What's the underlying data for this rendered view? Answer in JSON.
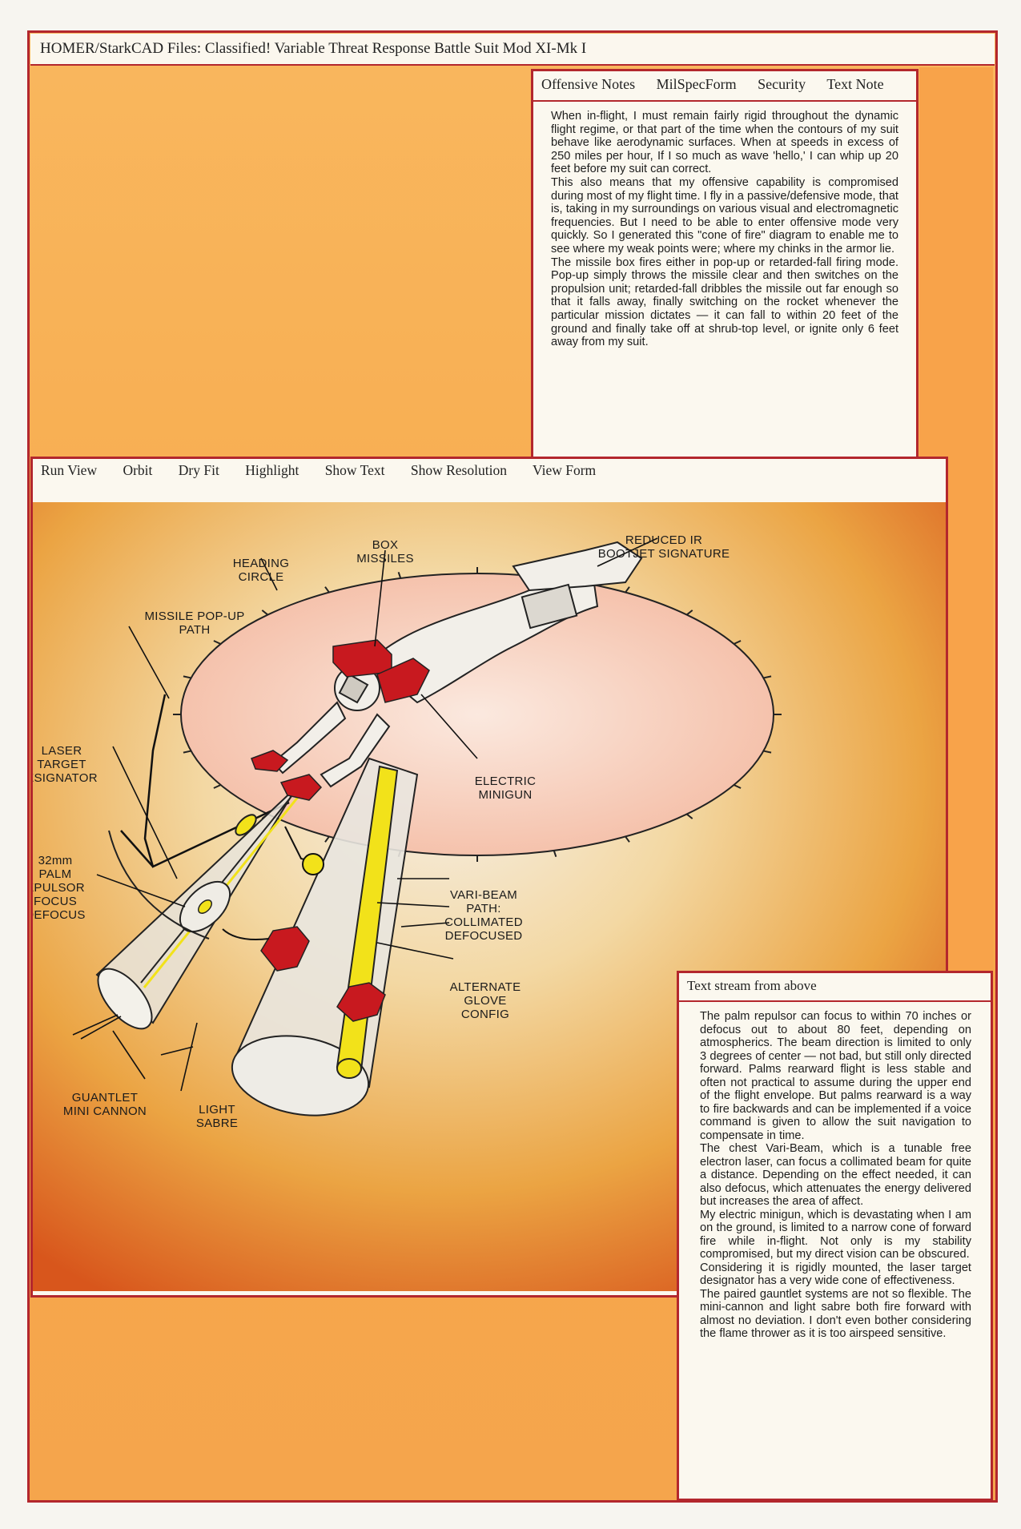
{
  "window": {
    "title": "HOMER/StarkCAD Files: Classified! Variable Threat Response Battle Suit Mod XI-Mk I"
  },
  "notes_panel": {
    "tabs": [
      "Offensive Notes",
      "MilSpecForm",
      "Security",
      "Text Note"
    ],
    "paragraphs": [
      "When in-flight, I must remain fairly rigid throughout the dynamic flight regime, or that part of the time when the contours of my suit behave like aerodynamic surfaces. When at speeds in excess of 250 miles per hour, If I so much as wave 'hello,' I can whip up 20 feet before my suit can correct.",
      "This also means that my offensive capability is compromised during most of my flight time. I fly in a passive/defensive mode, that is, taking in my surroundings on various visual and electromagnetic frequencies. But I need to be able to enter offensive mode very quickly. So I generated this \"cone of fire\" diagram to enable me to see where my weak points were; where my chinks in the armor lie.",
      "The missile box fires either in pop-up or retarded-fall firing mode. Pop-up simply throws the missile clear and then switches on the propulsion unit; retarded-fall dribbles the missile out far enough so that it falls away, finally switching on the rocket whenever the particular mission dictates — it can fall to within 20 feet of the ground and finally take off at shrub-top level, or ignite only 6 feet away from my suit."
    ]
  },
  "viewer": {
    "menu": [
      "Run View",
      "Orbit",
      "Dry Fit",
      "Highlight",
      "Show Text",
      "Show Resolution",
      "View Form"
    ],
    "labels": {
      "box_missiles": [
        "BOX",
        "MISSILES"
      ],
      "heading_circle": [
        "HEADING",
        "CIRCLE"
      ],
      "reduced_ir": [
        "REDUCED IR",
        "BOOTJET SIGNATURE"
      ],
      "missile_popup": [
        "MISSILE POP-UP",
        "PATH"
      ],
      "laser_target": [
        "LASER",
        "TARGET",
        "ESIGNATOR"
      ],
      "electric_minigun": [
        "ELECTRIC",
        "MINIGUN"
      ],
      "palm_repulsor": [
        "32mm",
        "PALM",
        "EPULSOR",
        "FOCUS",
        "DEFOCUS"
      ],
      "vari_beam": [
        "VARI-BEAM",
        "PATH:",
        "COLLIMATED",
        "DEFOCUSED"
      ],
      "alternate_glove": [
        "ALTERNATE",
        "GLOVE",
        "CONFIG"
      ],
      "gauntlet": [
        "GUANTLET",
        "MINI CANNON"
      ],
      "light_sabre": [
        "LIGHT",
        "SABRE"
      ]
    },
    "colors": {
      "armor_red": "#c8191f",
      "beam_yellow": "#f2e21a",
      "disc_pink": "#f7c9b6",
      "bg_orange": "#e98a1f"
    }
  },
  "stream_panel": {
    "title": "Text stream from above",
    "paragraphs": [
      "The palm repulsor can focus to within 70 inches or defocus out to about 80 feet, depending on atmospherics. The beam direction is limited to only 3 degrees of center — not bad, but still only directed forward. Palms rearward flight is less stable and often not practical to assume during the upper end of the flight envelope. But palms rearward is a way to fire backwards and can be implemented if a voice command is given to allow the suit navigation to compensate in time.",
      "The chest Vari-Beam, which is a tunable free electron laser, can focus a collimated beam for quite a distance. Depending on the effect needed, it can also defocus, which attenuates the energy delivered but increases the area of affect.",
      "My electric minigun, which is devastating when I am on the ground, is limited to a narrow cone of forward fire while in-flight. Not only is my stability compromised, but my direct vision can be obscured.",
      "Considering it is rigidly mounted, the laser target designator has a very wide cone of effectiveness.",
      "The paired gauntlet systems are not so flexible. The mini-cannon and light sabre both fire forward with almost no deviation. I don't even bother considering the flame thrower as it is too airspeed sensitive."
    ]
  }
}
